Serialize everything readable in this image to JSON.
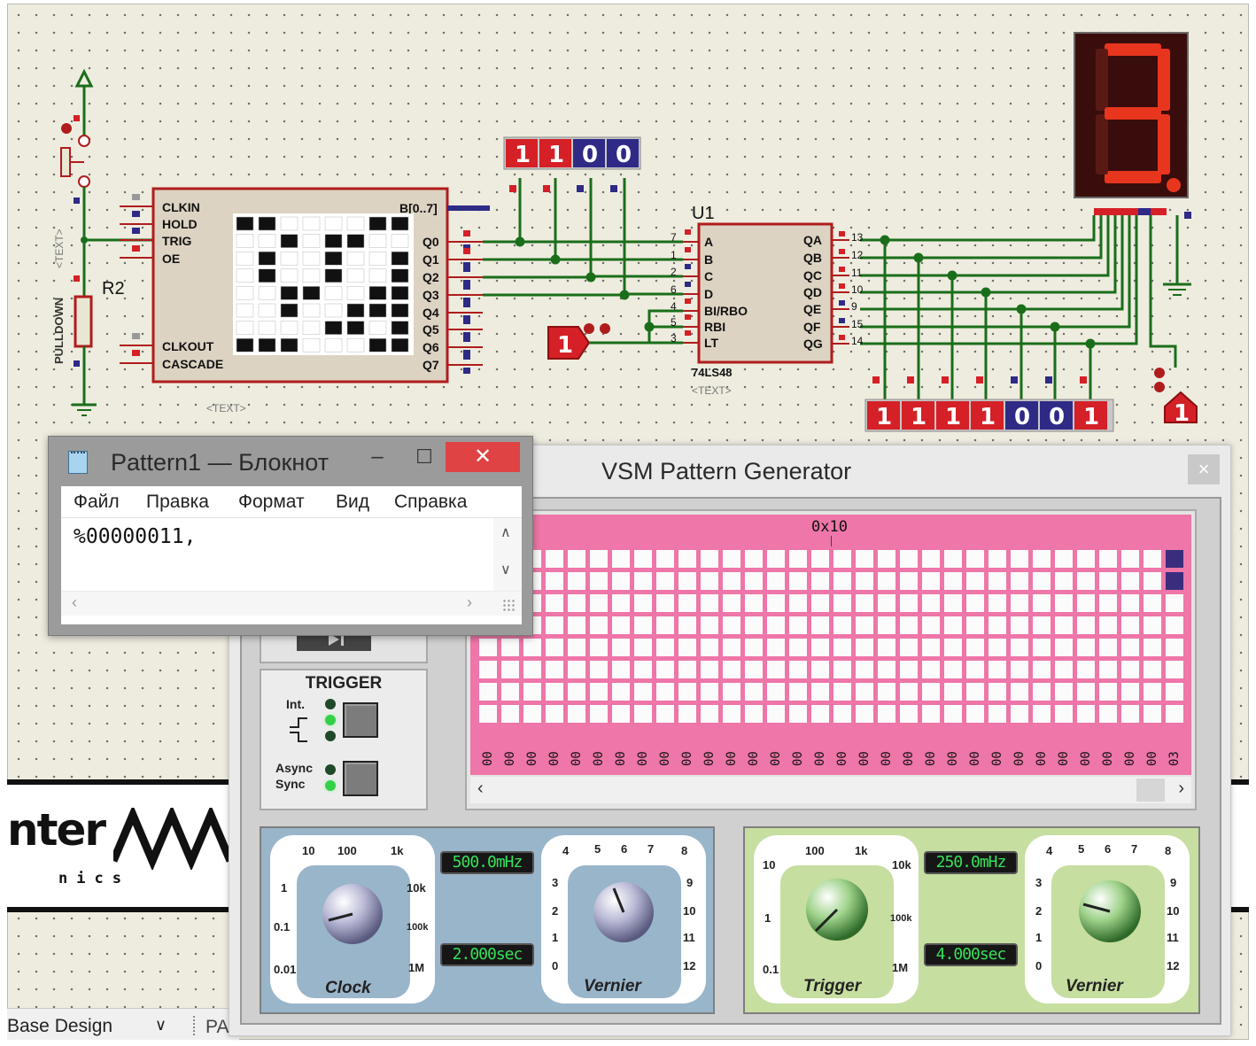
{
  "schematic": {
    "pattern_gen": {
      "inputs": [
        "CLKIN",
        "HOLD",
        "TRIG",
        "OE"
      ],
      "inputs2": [
        "CLKOUT",
        "CASCADE"
      ],
      "outputs": [
        "Q0",
        "Q1",
        "Q2",
        "Q3",
        "Q4",
        "Q5",
        "Q6",
        "Q7"
      ],
      "bus_label": "B[0..7]",
      "text_placeholder": "<TEXT>",
      "display_rows": [
        "11000011",
        "00101100",
        "01001001",
        "01001001",
        "00110011",
        "00100111",
        "00001101",
        "11100011"
      ]
    },
    "resistor": {
      "label": "R2",
      "side_text": "PULLDOWN",
      "side_text2": "<TEXT>"
    },
    "decoder": {
      "ref": "U1",
      "part": "74LS48",
      "text_placeholder": "<TEXT>",
      "inputs": [
        "A",
        "B",
        "C",
        "D",
        "BI/RBO",
        "RBI",
        "LT"
      ],
      "input_pins": [
        "7",
        "1",
        "2",
        "6",
        "4",
        "5",
        "3"
      ],
      "outputs": [
        "QA",
        "QB",
        "QC",
        "QD",
        "QE",
        "QF",
        "QG"
      ],
      "output_pins": [
        "13",
        "12",
        "11",
        "10",
        "9",
        "15",
        "14"
      ]
    },
    "input_probes": [
      "1",
      "1",
      "0",
      "0"
    ],
    "output_probes": [
      "1",
      "1",
      "1",
      "1",
      "0",
      "0",
      "1"
    ],
    "logic_state_left": "1",
    "logic_state_right": "1",
    "seven_seg_digit": "3",
    "colors": {
      "wire": "#1a6e1a",
      "probe_high": "#d42026",
      "probe_low": "#2e2a86",
      "segment": "#e8361e"
    }
  },
  "logo": {
    "text": "nter",
    "sub": "nics"
  },
  "statusbar": {
    "layer": "Base Design",
    "tab": "PA"
  },
  "notepad": {
    "title": "Pattern1 — Блокнот",
    "menu": [
      "Файл",
      "Правка",
      "Формат",
      "Вид",
      "Справка"
    ],
    "content": "%00000011,",
    "close_glyph": "✕",
    "min_glyph": "–",
    "max_glyph": "☐"
  },
  "vsm": {
    "title": "VSM Pattern Generator",
    "close_glyph": "×",
    "address_label": "0x10",
    "hex_values": [
      "00",
      "00",
      "00",
      "00",
      "00",
      "00",
      "00",
      "00",
      "00",
      "00",
      "00",
      "00",
      "00",
      "00",
      "00",
      "00",
      "00",
      "00",
      "00",
      "00",
      "00",
      "00",
      "00",
      "00",
      "00",
      "00",
      "00",
      "00",
      "00",
      "00",
      "00",
      "03"
    ],
    "trigger": {
      "title": "TRIGGER",
      "int_label": "Int.",
      "async_label": "Async",
      "sync_label": "Sync"
    },
    "clock": {
      "name": "Clock",
      "freq": "500.0mHz",
      "period": "2.000sec",
      "range_scale": [
        "10",
        "100",
        "1k",
        "10k",
        "100k",
        "1M",
        "0.01",
        "0.1",
        "1"
      ],
      "vernier_name": "Vernier",
      "vernier_scale": [
        "4",
        "5",
        "6",
        "7",
        "8",
        "9",
        "10",
        "11",
        "12",
        "0",
        "1",
        "2",
        "3"
      ]
    },
    "trigger_panel": {
      "name": "Trigger",
      "freq": "250.0mHz",
      "period": "4.000sec",
      "range_scale": [
        "10",
        "100",
        "1k",
        "10k",
        "100k",
        "1M",
        "0.1",
        "1"
      ],
      "vernier_name": "Vernier",
      "vernier_scale": [
        "4",
        "5",
        "6",
        "7",
        "8",
        "9",
        "10",
        "11",
        "12",
        "0",
        "1",
        "2",
        "3"
      ]
    }
  }
}
